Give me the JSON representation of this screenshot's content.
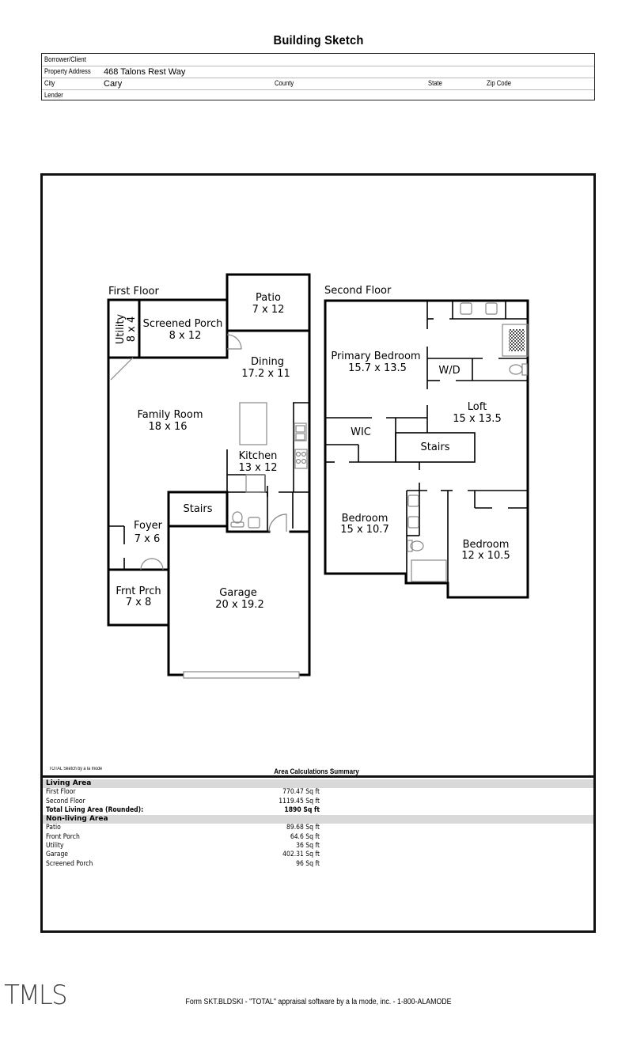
{
  "title": "Building Sketch",
  "header": {
    "borrower_label": "Borrower/Client",
    "borrower_value": "",
    "address_label": "Property Address",
    "address_value": "468 Talons Rest Way",
    "city_label": "City",
    "city_value": "Cary",
    "county_label": "County",
    "state_label": "State",
    "zip_label": "Zip Code",
    "lender_label": "Lender"
  },
  "sketch": {
    "first_floor": {
      "label": "First Floor",
      "rooms": {
        "patio": {
          "name": "Patio",
          "dims": "7 x 12"
        },
        "utility": {
          "name": "Utility",
          "dims": "8 x 4"
        },
        "screened_porch": {
          "name": "Screened Porch",
          "dims": "8 x 12"
        },
        "dining": {
          "name": "Dining",
          "dims": "17.2 x 11"
        },
        "family_room": {
          "name": "Family Room",
          "dims": "18 x 16"
        },
        "kitchen": {
          "name": "Kitchen",
          "dims": "13 x 12"
        },
        "stairs": {
          "name": "Stairs"
        },
        "foyer": {
          "name": "Foyer",
          "dims": "7 x 6"
        },
        "front_porch": {
          "name": "Frnt Prch",
          "dims": "7 x 8"
        },
        "garage": {
          "name": "Garage",
          "dims": "20 x 19.2"
        }
      }
    },
    "second_floor": {
      "label": "Second Floor",
      "rooms": {
        "primary_bedroom": {
          "name": "Primary Bedroom",
          "dims": "15.7 x 13.5"
        },
        "wd": {
          "name": "W/D"
        },
        "loft": {
          "name": "Loft",
          "dims": "15 x 13.5"
        },
        "wic": {
          "name": "WIC"
        },
        "stairs": {
          "name": "Stairs"
        },
        "bedroom2": {
          "name": "Bedroom",
          "dims": "15 x 10.7"
        },
        "bedroom3": {
          "name": "Bedroom",
          "dims": "12 x 10.5"
        }
      }
    }
  },
  "summary": {
    "caption": "TOTAL Sketch by a la mode",
    "title": "Area Calculations Summary",
    "living_header": "Living Area",
    "living": [
      {
        "name": "First Floor",
        "value": "770.47 Sq ft"
      },
      {
        "name": "Second Floor",
        "value": "1119.45 Sq ft"
      }
    ],
    "total": {
      "name": "Total Living Area (Rounded):",
      "value": "1890 Sq ft"
    },
    "nonliving_header": "Non-living Area",
    "nonliving": [
      {
        "name": "Patio",
        "value": "89.68 Sq ft"
      },
      {
        "name": "Front Porch",
        "value": "64.6 Sq ft"
      },
      {
        "name": "Utility",
        "value": "36 Sq ft"
      },
      {
        "name": "Garage",
        "value": "402.31 Sq ft"
      },
      {
        "name": "Screened Porch",
        "value": "96 Sq ft"
      }
    ]
  },
  "logo": "TMLS",
  "footer": "Form SKT.BLDSKI - \"TOTAL\" appraisal software by a la mode, inc. - 1-800-ALAMODE"
}
